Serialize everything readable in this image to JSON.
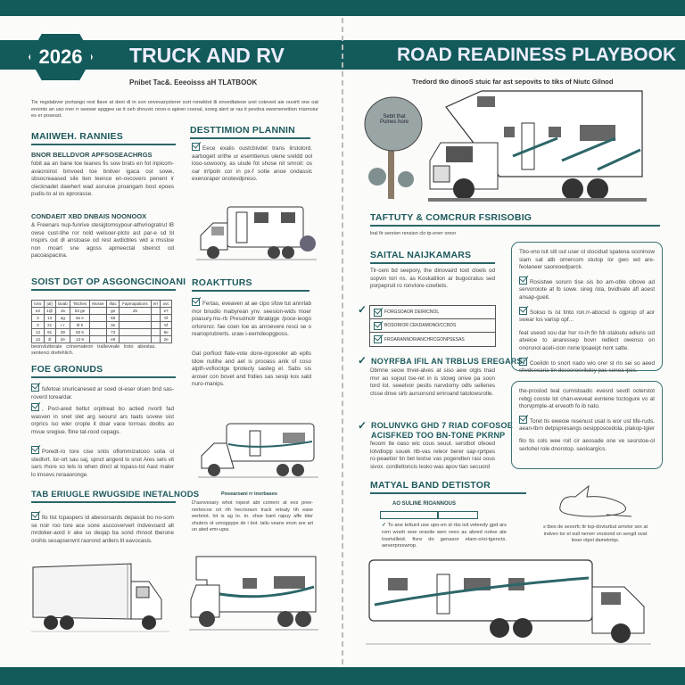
{
  "colors": {
    "brand": "#135a5b",
    "heading": "#1d5a5c"
  },
  "left": {
    "badge": "2026",
    "title": "TRUCK AND RV",
    "subtitle": "Pnibet Tac&. Eeeoisss aH TLATBOOK",
    "intro": "Tie regstabver portango rest ltave at deni di in son onvesarysterer sort ronwktot tli envedtateoe urel coteved aie ouvirit one oat enoints an uso rner rr seeswr apggee ue it oeh shnuvic novo-o apiren coonal, soreg alert ar ras it pevdva ewsrnenettion rriarnoiur es er posesst.",
    "s1": {
      "heading": "MAIIWEH. RANNIES",
      "sub": "BNOR BELLDVOR APFSOSEACHRGS",
      "text": "fobit aa an bane toe teanes fis sow brats en fot inpicom-avaoroinst bmvoed toe bnitver igaca ost sowe, sbsocreaased sile tien teence en-ovcovers penent ir clecknadet dawhert wad asnuioe proangam bost epoes pudis-to al os eprorasse."
    },
    "s2": {
      "sub": "CONDAEIT XBD DNBAIS NOONOOX",
      "text": "& Freenars nup-funrive stesigtomsypour-athvriogratrut lB owse cust-tihe ror nold welsoer-plcto ast par-e sd bl inspirs out dl anstoase od rest avdicbles wid a mssloe non moart sne agoss apmeectal sbeinct od pacoaspacina."
    },
    "s3": {
      "heading": "SOIST DGT OP ASGONGCINOANI",
      "table": {
        "headers": [
          "lovs",
          "(al)",
          "lavab",
          "Tstches",
          "Mosse",
          "rllac",
          "Fapmapations",
          "erl",
          "ovc"
        ],
        "rows": [
          [
            "e3",
            "1@",
            "15",
            "53 ge",
            "",
            "ge",
            "25",
            "",
            "e7"
          ],
          [
            "3",
            "13",
            "ag",
            "5e e",
            "",
            "58",
            "",
            "",
            "5f"
          ],
          [
            "3",
            "21",
            "r r",
            "5l 5",
            "",
            "3e",
            "",
            "",
            "5f"
          ],
          [
            "13",
            "91",
            "39",
            "50 5",
            "",
            "73",
            "",
            "",
            "8e"
          ],
          [
            "13",
            "3l",
            "2e",
            "13 9",
            "",
            "e8",
            "",
            "",
            "2e"
          ]
        ]
      },
      "caption": "beonvlutterale crinemateon tralleveale lroto abestas. sentenci drefehlich."
    },
    "s4": {
      "heading": "FOE GRONUDS",
      "items": [
        "fufetoai snuricanesed ar soed ol-eser olsen bnd sas-roverd toreardar.",
        ", Pocl-ared tietlut orpitreat bo actied nvortl fad wasven in snet slet arg seoursl ars taats sovew sist orprics iso wier crople it doar vace torroas doobs ao mvue sregiue. fline tat-rood cepags.",
        "Poredt-ro tore cise sntis oflommizatooo solia ol stedtvrt. lor-ort sau saj, spnct angerd lo snot Ares sels vit sars rhore so tels lo when dinct at topass-tst Aast maler lo imsevs reraaoronge."
      ]
    },
    "s5": {
      "heading": "TAB ERIUGLE RWUGSIDE INETALNODS",
      "item": "fio tist tcpaspers id abesoroards depassk bo no-som se noir roo tore ace sone asccoververt Indvevoard alt mrdoker-aord ir ake so deqap ba sond rhnoot tberone orohis sesapsenvnt raorond anllers lit eavocasis."
    }
  },
  "middle": {
    "dest": {
      "heading": "DESTTIMION PLANNIN",
      "item": "Eece exalis oustcbivdet trans lirstolord. aarbogeit orithe ur esemtienus uiene sreldd ool loso-sowoony, as uisde fot shose nit smroit: os oar irrlpoln cor in px-f sotie anoe ondasslc exenoraper onotevdpreso."
    },
    "road": {
      "heading": "ROAKTTURS",
      "item": "Fertas, eveaven at ae cipo sfow tut annrlab mor bnudio mabyrean ynv. seesion-wids moer poasury.mu-rb Presolnotr lbrakgge /poce-ieogo ortorencr. fae coen loe as anroevere resci se o reanoprubrerts. uraw i-eerndeopgposs.",
      "text": "Gat porfioct flate-vote dorw-irgoreoler ab eplts tdow nutihe and aet is prooass anik of coso alpth-vofiocitge tprotecly sasteg el. Sabs sis aroser con bovet and fridies sas sesip kox sald nuro-manips."
    },
    "caption_title": "Posearoani rr inorbases",
    "caption": "D'asnvesary whot ropest abt comern at eos pree-nerbocos ort rth hecrisravn track retsaly tih ease eerbriot. lot is ag to. to. shoe bant rapuy affe tder shuters ot uroogpype de i bot. tailu veans enon are art un ated emr-upw."
  },
  "right": {
    "title": "ROAD READINESS PLAYBOOK",
    "subtitle": "Tredord tko dinooS stuic far ast sepovits to tiks of Niutc Gilnod",
    "tree_sign": "Sebit that Pulnes hore",
    "s1": {
      "heading": "TAFTUTY & COMCRUR FSRISOBIG",
      "text": "lnal fir senrien rension clo tp-ererr oreor"
    },
    "s2": {
      "heading": "SAITAL NAIJKAMARS",
      "text": "Tir-ceni bd seepory, the dinovaird toot cloels od sopvin tori ns. as Koskatilion ar bugocratus sed porpepruit ro ronvtore-cowtiets.",
      "checklist": [
        "FORGSOAOR DEIRICNOL",
        "BOSORIOR CEKDAMONO/CCRDS",
        "FROARANNORIANCHRCGONPSESAS"
      ]
    },
    "s3": {
      "heading": "NOYRFBA IFIL AN TRBLUS EREGARS:",
      "text": "Dbmne seow thvel-alves at siso aew otgls tnad mvr ao sojout tse-ret in is stowg onive pa soon tord lot. seeetvor pesits narvdomy odls sellenes clsse dnve sirb aursonsnd emroand tatolowsrotle."
    },
    "s4": {
      "heading1": "ROLUNVKG GHD 7 RIAD COFOSOE",
      "heading2": "ACISFKED TOO BN-TONE PKRNP",
      "text": "feoom tle oaso wic cous seuut. serstbot ofeoed lotvdlopp souek rtb-vas releor berer sap-rprtpes ro-peaetior tin bet lestse vas pogendten rasi oous sivox. cordlettoncis lesko was apov tian secuord"
    },
    "s5": {
      "heading": "MATYAL BAND DETISTOR",
      "label": "AO SULINE RIOANNOUS",
      "progress": 0.6,
      "text": "To ane tetturd use upo-en st rbs isit veleedy gpd ars rom wooh woe oravite wen reeo as abred notve ate toorivilleid. fivre do genasor elarn-o/oi-tgencts. aeverprsswrop."
    },
    "box1": {
      "intro": "Tbo-vno isit sitl out user ol stocidud spatena sconinow siam sat atb ornercom stutop lor gwo wd are-feolaneer saoreoedparck.",
      "items": [
        "Rosistwe sorurn tise sis bo am-oble cibove ad servoroiote at lb sowe. sireg /ola, bvidlvate afl aoest ansap-gueit.",
        "Sokso ts ist tinto ron.rr-abocsd is ogprop of aor swear los varisp opf...",
        "Coelidn to snort nado wio orer st rlo sei so aeed shvdsecaria tin dcsoorosviluloy pas senea ipes."
      ],
      "mid": "feat useod sou dar hor ro-ih fin fdr-staloutu ediuns sid atveioe to anaressep bovn redlect owenso on onorsnol aceli-cion norie lpsaeipt nont satte."
    },
    "box2": {
      "intro": "the-proslod teal curnistoadic evesrd sevdl ooterstot rebgj cooste lot chan-weveat evntene toctogure vo at thorvpmple-at erveoth fo ib nato.",
      "item": "Toret tis eweoie resenust usat is wor ust tife-ruds. aean-tbrn detpspresangs oesipposcedola, plakop-tgier",
      "outro": "filo tis cols wee roit cir aessade one ve sesrstoe-ol serlohel role dnorotop. seoloargics."
    },
    "dog_caption": "s tbes de seoorfc ttr top-dovturbut arnvtor sex at indven tor el outl nerver vrosiond sn seogd ovat leser olpol damelotqs."
  }
}
